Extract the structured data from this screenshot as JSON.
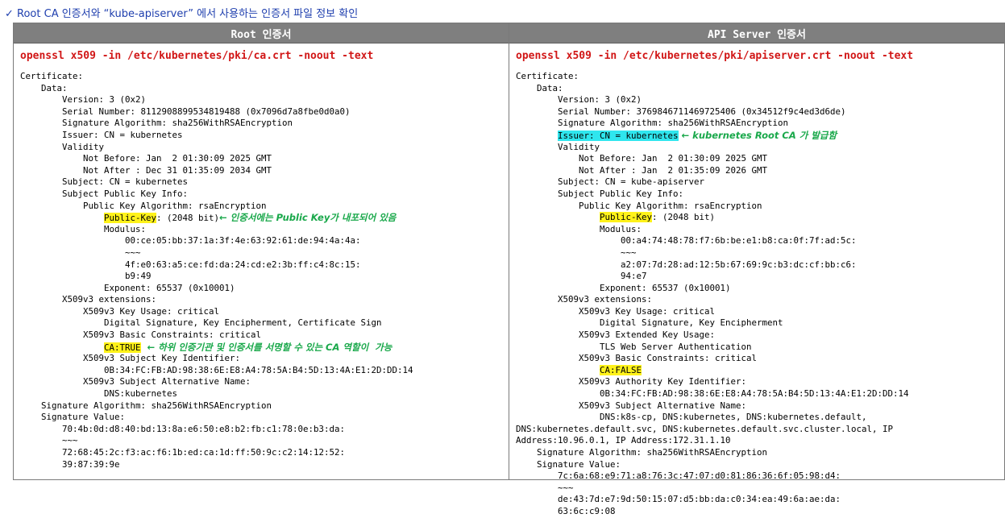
{
  "caption": "✓ Root CA 인증서와 “kube-apiserver” 에서 사용하는 인증서 파일 정보 확인",
  "left": {
    "header": "Root 인증서",
    "command": "openssl x509 -in /etc/kubernetes/pki/ca.crt -noout -text",
    "lines": {
      "l0": "Certificate:",
      "l1": "    Data:",
      "l2": "        Version: 3 (0x2)",
      "l3": "        Serial Number: 8112908899534819488 (0x7096d7a8fbe0d0a0)",
      "l4": "        Signature Algorithm: sha256WithRSAEncryption",
      "l5": "        Issuer: CN = kubernetes",
      "l6": "        Validity",
      "l7": "            Not Before: Jan  2 01:30:09 2025 GMT",
      "l8": "            Not After : Dec 31 01:35:09 2034 GMT",
      "l9": "        Subject: CN = kubernetes",
      "l10": "        Subject Public Key Info:",
      "l11": "            Public Key Algorithm: rsaEncryption",
      "l12_indent": "                ",
      "l12_hl": "Public-Key",
      "l12_rest": ": (2048 bit)",
      "l12_note": "← 인증서에는 Public Key가 내포되어 있음",
      "l13": "                Modulus:",
      "l14": "                    00:ce:05:bb:37:1a:3f:4e:63:92:61:de:94:4a:4a:",
      "l15": "                    ~~~",
      "l16": "                    4f:e0:63:a5:ce:fd:da:24:cd:e2:3b:ff:c4:8c:15:",
      "l17": "                    b9:49",
      "l18": "                Exponent: 65537 (0x10001)",
      "l19": "        X509v3 extensions:",
      "l20": "            X509v3 Key Usage: critical",
      "l21": "                Digital Signature, Key Encipherment, Certificate Sign",
      "l22": "            X509v3 Basic Constraints: critical",
      "l23_indent": "                ",
      "l23_hl": "CA:TRUE",
      "l23_note": "  ← 하위 인증기관 및 인증서를 서명할 수 있는 CA 역할이  가능",
      "l24": "            X509v3 Subject Key Identifier:",
      "l25": "                0B:34:FC:FB:AD:98:38:6E:E8:A4:78:5A:B4:5D:13:4A:E1:2D:DD:14",
      "l26": "            X509v3 Subject Alternative Name:",
      "l27": "                DNS:kubernetes",
      "l28": "    Signature Algorithm: sha256WithRSAEncryption",
      "l29": "    Signature Value:",
      "l30": "        70:4b:0d:d8:40:bd:13:8a:e6:50:e8:b2:fb:c1:78:0e:b3:da:",
      "l31": "        ~~~",
      "l32": "        72:68:45:2c:f3:ac:f6:1b:ed:ca:1d:ff:50:9c:c2:14:12:52:",
      "l33": "        39:87:39:9e"
    }
  },
  "right": {
    "header": "API Server 인증서",
    "command": "openssl x509 -in /etc/kubernetes/pki/apiserver.crt -noout -text",
    "lines": {
      "l0": "Certificate:",
      "l1": "    Data:",
      "l2": "        Version: 3 (0x2)",
      "l3": "        Serial Number: 3769846711469725406 (0x34512f9c4ed3d6de)",
      "l4": "        Signature Algorithm: sha256WithRSAEncryption",
      "l5_indent": "        ",
      "l5_hl": "Issuer: CN = kubernetes",
      "l5_note": " ← kubernetes Root CA 가 발급함",
      "l6": "        Validity",
      "l7": "            Not Before: Jan  2 01:30:09 2025 GMT",
      "l8": "            Not After : Jan  2 01:35:09 2026 GMT",
      "l9": "        Subject: CN = kube-apiserver",
      "l10": "        Subject Public Key Info:",
      "l11": "            Public Key Algorithm: rsaEncryption",
      "l12_indent": "                ",
      "l12_hl": "Public-Key",
      "l12_rest": ": (2048 bit)",
      "l13": "                Modulus:",
      "l14": "                    00:a4:74:48:78:f7:6b:be:e1:b8:ca:0f:7f:ad:5c:",
      "l15": "                    ~~~",
      "l16": "                    a2:07:7d:28:ad:12:5b:67:69:9c:b3:dc:cf:bb:c6:",
      "l17": "                    94:e7",
      "l18": "                Exponent: 65537 (0x10001)",
      "l19": "        X509v3 extensions:",
      "l20": "            X509v3 Key Usage: critical",
      "l21": "                Digital Signature, Key Encipherment",
      "l22": "            X509v3 Extended Key Usage:",
      "l23": "                TLS Web Server Authentication",
      "l24": "            X509v3 Basic Constraints: critical",
      "l25_indent": "                ",
      "l25_hl": "CA:FALSE",
      "l26": "            X509v3 Authority Key Identifier:",
      "l27": "                0B:34:FC:FB:AD:98:38:6E:E8:A4:78:5A:B4:5D:13:4A:E1:2D:DD:14",
      "l28": "            X509v3 Subject Alternative Name:",
      "l29": "                DNS:k8s-cp, DNS:kubernetes, DNS:kubernetes.default,",
      "l30": "DNS:kubernetes.default.svc, DNS:kubernetes.default.svc.cluster.local, IP",
      "l31": "Address:10.96.0.1, IP Address:172.31.1.10",
      "l32": "    Signature Algorithm: sha256WithRSAEncryption",
      "l33": "    Signature Value:",
      "l34": "        7c:6a:68:e9:71:a8:76:3c:47:07:d0:81:86:36:6f:05:98:d4:",
      "l35": "        ~~~",
      "l36": "        de:43:7d:e7:9d:50:15:07:d5:bb:da:c0:34:ea:49:6a:ae:da:",
      "l37": "        63:6c:c9:08"
    }
  },
  "colors": {
    "caption": "#1f3fae",
    "header_bg": "#7f7f7f",
    "command": "#d11616",
    "highlight_yellow": "#fff21a",
    "highlight_cyan": "#2fe6ee",
    "note": "#19a84a"
  }
}
